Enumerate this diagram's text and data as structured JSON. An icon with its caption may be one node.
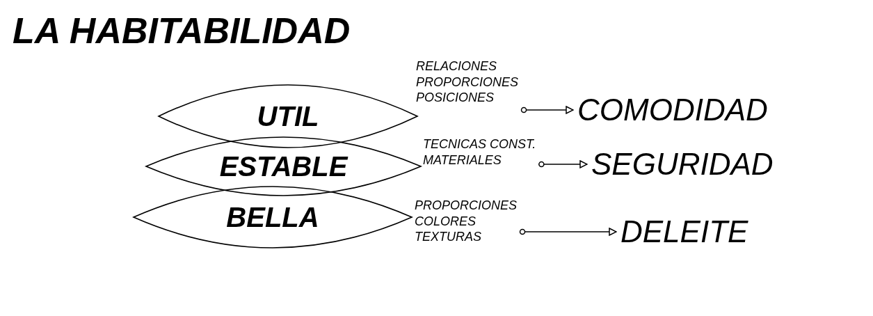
{
  "diagram": {
    "title": "LA HABITABILIDAD",
    "nodes": [
      {
        "text": [
          "UTIL"
        ]
      },
      {
        "text": [
          "ESTABLE"
        ]
      },
      {
        "text": [
          "BELLA"
        ]
      },
      {
        "text": [
          "RELACIONES",
          "PROPORCIONES",
          "POSICIONES"
        ]
      },
      {
        "text": [
          "COMODIDAD"
        ]
      },
      {
        "text": [
          "TECNICAS CONST.",
          "MATERIALES"
        ]
      },
      {
        "text": [
          "SEGURIDAD"
        ]
      },
      {
        "text": [
          "PROPORCIONES",
          "COLORES",
          "TEXTURAS"
        ]
      },
      {
        "text": [
          "DELEITE"
        ]
      }
    ],
    "edges": [
      {
        "from": 3,
        "to": 4,
        "arrow": "to"
      },
      {
        "from": 5,
        "to": 6,
        "arrow": "to"
      },
      {
        "from": 7,
        "to": 8,
        "arrow": "to"
      }
    ]
  }
}
